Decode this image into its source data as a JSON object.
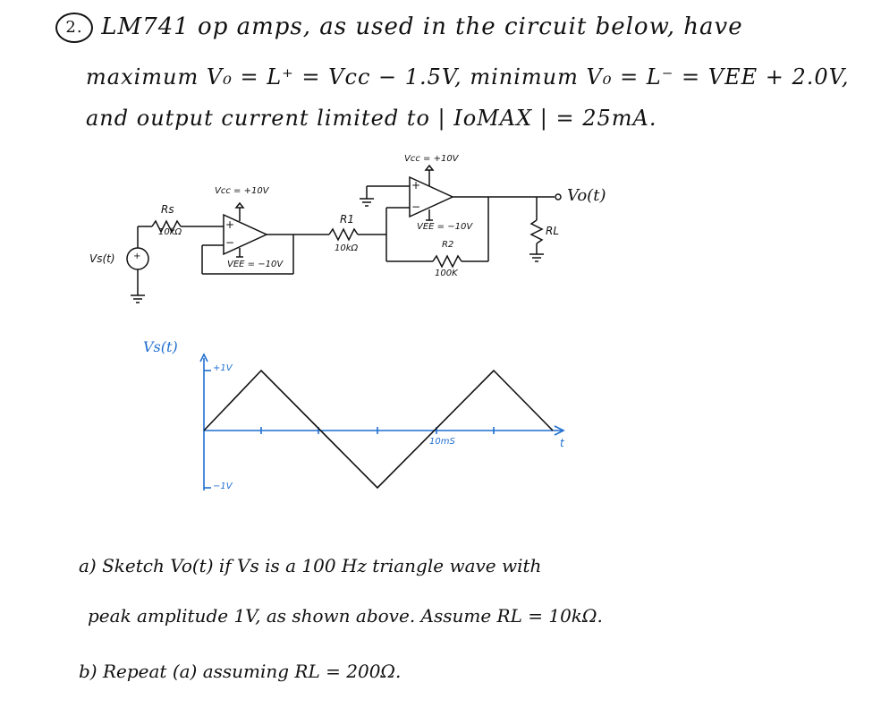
{
  "problem": {
    "number": "2.",
    "line1": "LM741 op amps, as used in the circuit below, have",
    "line2": "maximum V₀ = L⁺ = Vcc − 1.5V, minimum V₀ = L⁻ = VEE + 2.0V,",
    "line3": "and output current limited to | IoMAX | = 25mA."
  },
  "circuit": {
    "vcc1": "Vcc = +10V",
    "vee1": "VEE = −10V",
    "vcc2": "Vcc = +10V",
    "vee2": "VEE = −10V",
    "rs_name": "Rs",
    "rs_value": "10kΩ",
    "r1_name": "R1",
    "r1_value": "10kΩ",
    "r2_name": "R2",
    "r2_value": "100K",
    "rl_name": "RL",
    "vs_label": "Vs(t)",
    "vo_label": "Vo(t)",
    "plus": "+",
    "minus": "−"
  },
  "waveform": {
    "ylabel": "Vs(t)",
    "pos_tick": "+1V",
    "neg_tick": "−1V",
    "time_label": "10mS",
    "t_label": "t",
    "period_ms": 10,
    "amplitude_v": 1
  },
  "questions": {
    "a1": "a) Sketch Vo(t) if Vs is a 100 Hz triangle wave with",
    "a2": "peak amplitude 1V, as shown above. Assume RL = 10kΩ.",
    "b": "b) Repeat (a) assuming RL = 200Ω."
  },
  "colors": {
    "ink": "#111111",
    "axis": "#1f6fd1"
  }
}
